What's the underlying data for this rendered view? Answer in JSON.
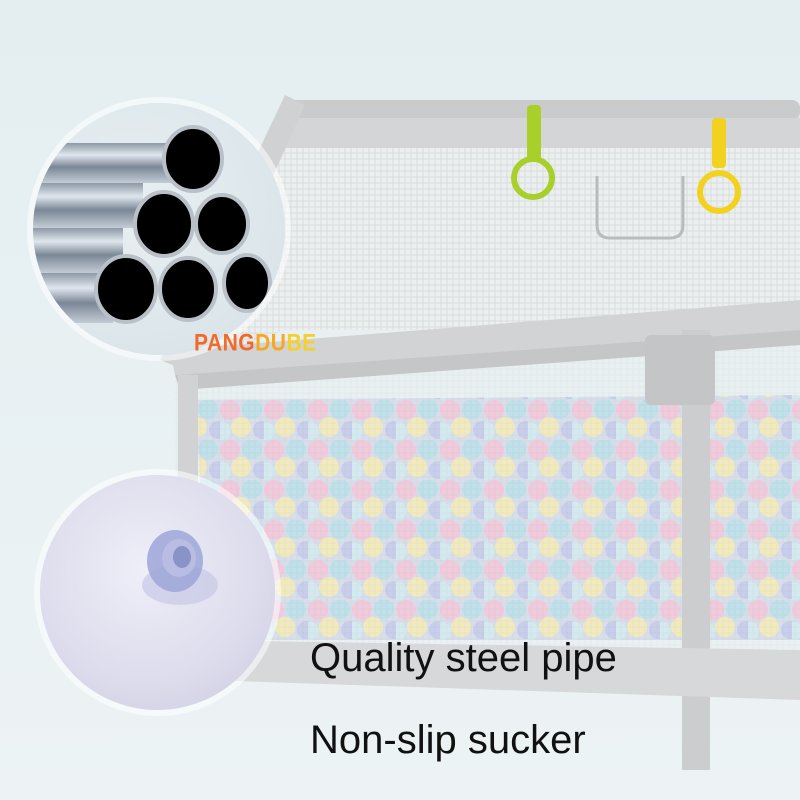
{
  "brand": {
    "part1": "PANG",
    "part2": "DU",
    "part3": "BE",
    "colors": {
      "part1": "#f26a2a",
      "part2": "#f7a823",
      "part3": "#f5cf2c"
    }
  },
  "captions": [
    {
      "text": "Quality steel pipe"
    },
    {
      "text": "Non-slip sucker"
    }
  ],
  "scene": {
    "subject": "baby-playpen-with-ball-pit",
    "callouts": [
      "steel-pipes-closeup",
      "suction-cup-closeup"
    ],
    "accessories": [
      "green-pull-ring",
      "yellow-pull-ring"
    ],
    "ball_colors": [
      "#f2b8d0",
      "#f3e7a4",
      "#a9d8e6",
      "#b6bde8",
      "#cdebc8"
    ]
  }
}
